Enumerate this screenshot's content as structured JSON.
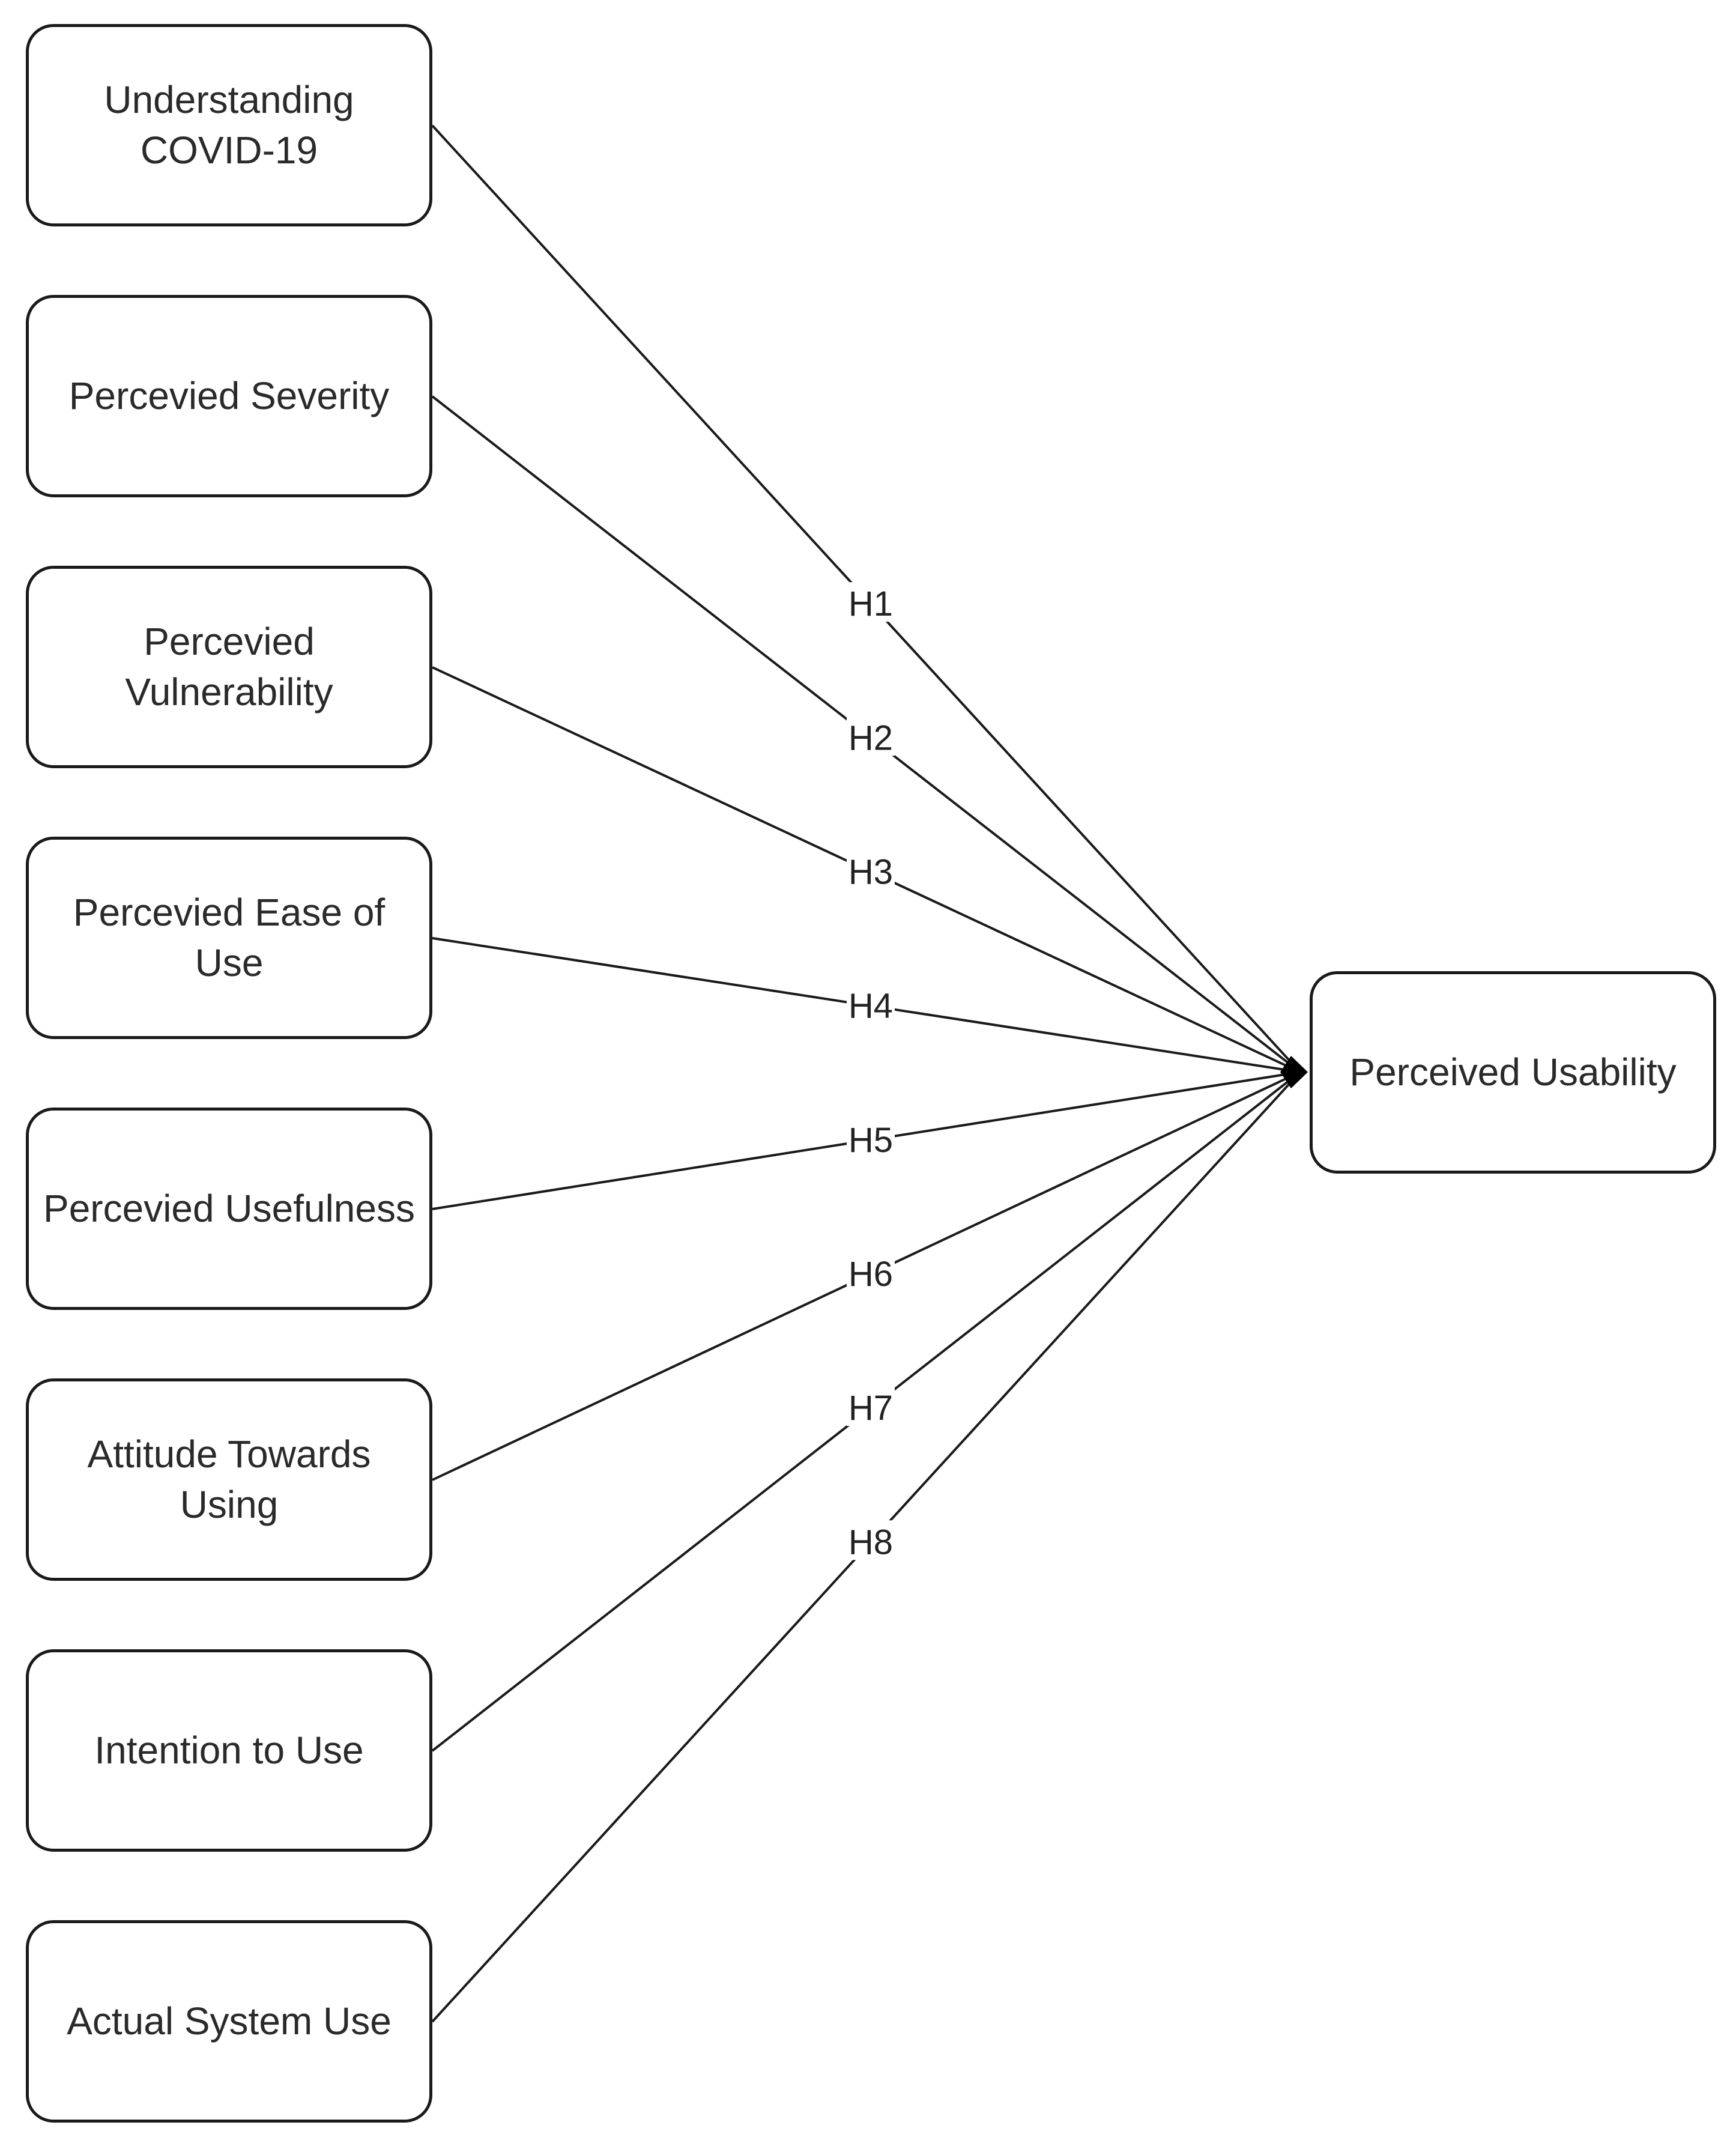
{
  "diagram": {
    "sources": [
      {
        "id": "understanding",
        "label": "Understanding\nCOVID-19"
      },
      {
        "id": "severity",
        "label": "Percevied Severity"
      },
      {
        "id": "vulnerability",
        "label": "Percevied\nVulnerability"
      },
      {
        "id": "ease",
        "label": "Percevied Ease of\nUse"
      },
      {
        "id": "usefulness",
        "label": "Percevied Usefulness"
      },
      {
        "id": "attitude",
        "label": "Attitude Towards\nUsing"
      },
      {
        "id": "intention",
        "label": "Intention to Use"
      },
      {
        "id": "actual",
        "label": "Actual System Use"
      }
    ],
    "target": {
      "id": "usability",
      "label": "Perceived Usability"
    },
    "edges": [
      {
        "from": "understanding",
        "to": "usability",
        "label": "H1"
      },
      {
        "from": "severity",
        "to": "usability",
        "label": "H2"
      },
      {
        "from": "vulnerability",
        "to": "usability",
        "label": "H3"
      },
      {
        "from": "ease",
        "to": "usability",
        "label": "H4"
      },
      {
        "from": "usefulness",
        "to": "usability",
        "label": "H5"
      },
      {
        "from": "attitude",
        "to": "usability",
        "label": "H6"
      },
      {
        "from": "intention",
        "to": "usability",
        "label": "H7"
      },
      {
        "from": "actual",
        "to": "usability",
        "label": "H8"
      }
    ]
  }
}
